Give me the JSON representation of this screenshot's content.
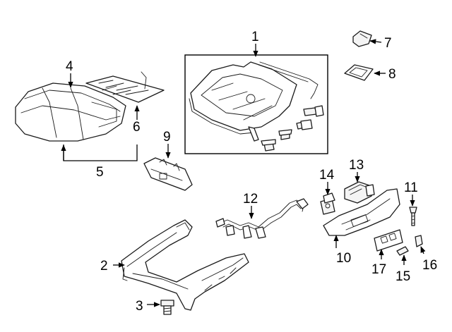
{
  "diagram": {
    "callouts": [
      {
        "id": "1",
        "label": "1"
      },
      {
        "id": "2",
        "label": "2"
      },
      {
        "id": "3",
        "label": "3"
      },
      {
        "id": "4",
        "label": "4"
      },
      {
        "id": "5",
        "label": "5"
      },
      {
        "id": "6",
        "label": "6"
      },
      {
        "id": "7",
        "label": "7"
      },
      {
        "id": "8",
        "label": "8"
      },
      {
        "id": "9",
        "label": "9"
      },
      {
        "id": "10",
        "label": "10"
      },
      {
        "id": "11",
        "label": "11"
      },
      {
        "id": "12",
        "label": "12"
      },
      {
        "id": "13",
        "label": "13"
      },
      {
        "id": "14",
        "label": "14"
      },
      {
        "id": "15",
        "label": "15"
      },
      {
        "id": "16",
        "label": "16"
      },
      {
        "id": "17",
        "label": "17"
      }
    ],
    "colors": {
      "line": "#1a1a1a",
      "background": "#ffffff",
      "label": "#000000"
    }
  }
}
